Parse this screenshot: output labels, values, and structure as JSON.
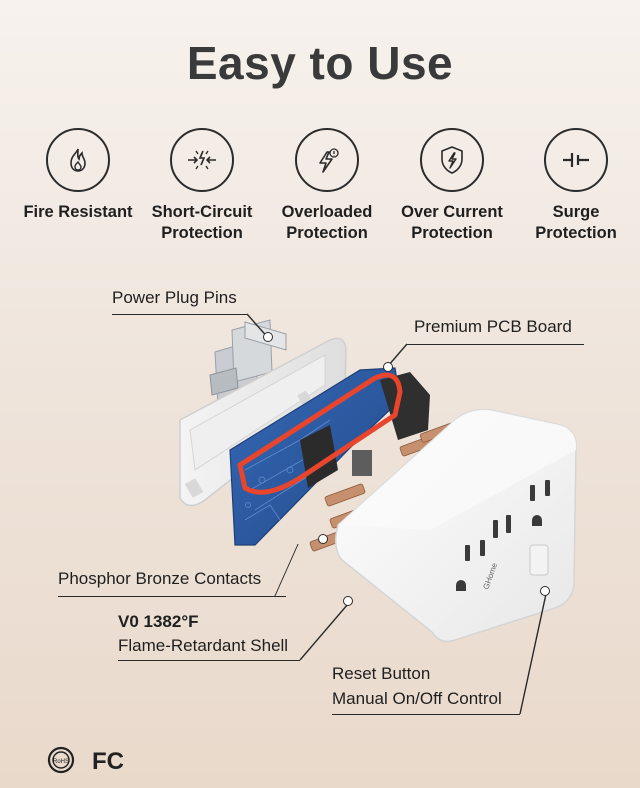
{
  "title": "Easy to Use",
  "features": [
    {
      "icon": "flame-icon",
      "line1": "Fire Resistant",
      "line2": ""
    },
    {
      "icon": "short-circuit-icon",
      "line1": "Short-Circuit",
      "line2": "Protection"
    },
    {
      "icon": "overload-icon",
      "line1": "Overloaded",
      "line2": "Protection"
    },
    {
      "icon": "shield-bolt-icon",
      "line1": "Over Current",
      "line2": "Protection"
    },
    {
      "icon": "surge-icon",
      "line1": "Surge",
      "line2": "Protection"
    }
  ],
  "callouts": {
    "plug_pins": "Power Plug Pins",
    "pcb": "Premium PCB Board",
    "contacts": "Phosphor Bronze Contacts",
    "shell_rating": "V0 1382°F",
    "shell": "Flame-Retardant Shell",
    "reset1": "Reset Button",
    "reset2": "Manual On/Off Control"
  },
  "product": {
    "brand": "GHome"
  },
  "certifications": [
    {
      "icon": "rohs-icon",
      "text": "RoHS"
    },
    {
      "icon": "fc-icon",
      "text": "FC"
    }
  ],
  "colors": {
    "title": "#3a3a3a",
    "pcb": "#2d5fa8",
    "wire": "#e8452c"
  }
}
